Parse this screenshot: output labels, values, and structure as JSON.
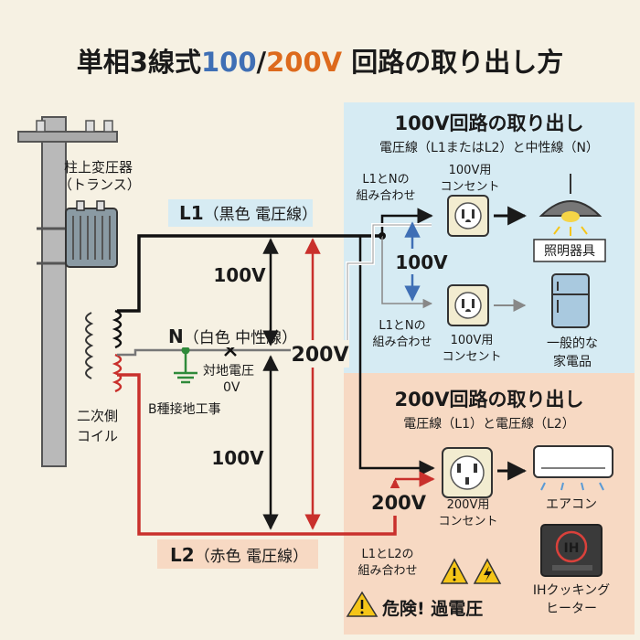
{
  "title": {
    "part1": "単相3線式",
    "v100": "100",
    "slash": "/",
    "v200": "200V",
    "part2": " 回路の取り出し方"
  },
  "transformer": {
    "label_line1": "柱上変圧器",
    "label_line2": "（トランス）",
    "coil_line1": "二次側",
    "coil_line2": "コイル"
  },
  "lines": {
    "l1_main": "L1",
    "l1_desc": "（黒色 電圧線）",
    "n_main": "N",
    "n_desc": "（白色 中性線）",
    "l2_main": "L2",
    "l2_desc": "（赤色 電圧線）"
  },
  "ground": {
    "line1": "対地電圧",
    "line2": "0V",
    "label": "B種接地工事"
  },
  "voltages": {
    "upper": "100V",
    "lower": "100V",
    "total": "200V",
    "panel100": "100V",
    "panel200": "200V"
  },
  "panel100": {
    "title": "100V回路の取り出し",
    "subtitle": "電圧線（L1またはL2）と中性線（N）",
    "combo_top_1": "L1とNの",
    "combo_top_2": "組み合わせ",
    "outlet_top_1": "100V用",
    "outlet_top_2": "コンセント",
    "lamp_label": "照明器具",
    "combo_bot_1": "L1とNの",
    "combo_bot_2": "組み合わせ",
    "outlet_bot_1": "100V用",
    "outlet_bot_2": "コンセント",
    "appliance_1": "一般的な",
    "appliance_2": "家電品"
  },
  "panel200": {
    "title": "200V回路の取り出し",
    "subtitle": "電圧線（L1）と電圧線（L2）",
    "outlet_1": "200V用",
    "outlet_2": "コンセント",
    "aircon_label": "エアコン",
    "combo_1": "L1とL2の",
    "combo_2": "組み合わせ",
    "ih_logo": "IH",
    "ih_1": "IHクッキング",
    "ih_2": "ヒーター",
    "danger": "危険! 過電圧"
  },
  "colors": {
    "blue": "#3f6fb5",
    "orange": "#dd6a1d",
    "red": "#c9302c",
    "green": "#2f8a3a",
    "panel100_bg": "#d6ebf3",
    "panel200_bg": "#f7d9c3",
    "warning_yellow": "#f5c518"
  }
}
